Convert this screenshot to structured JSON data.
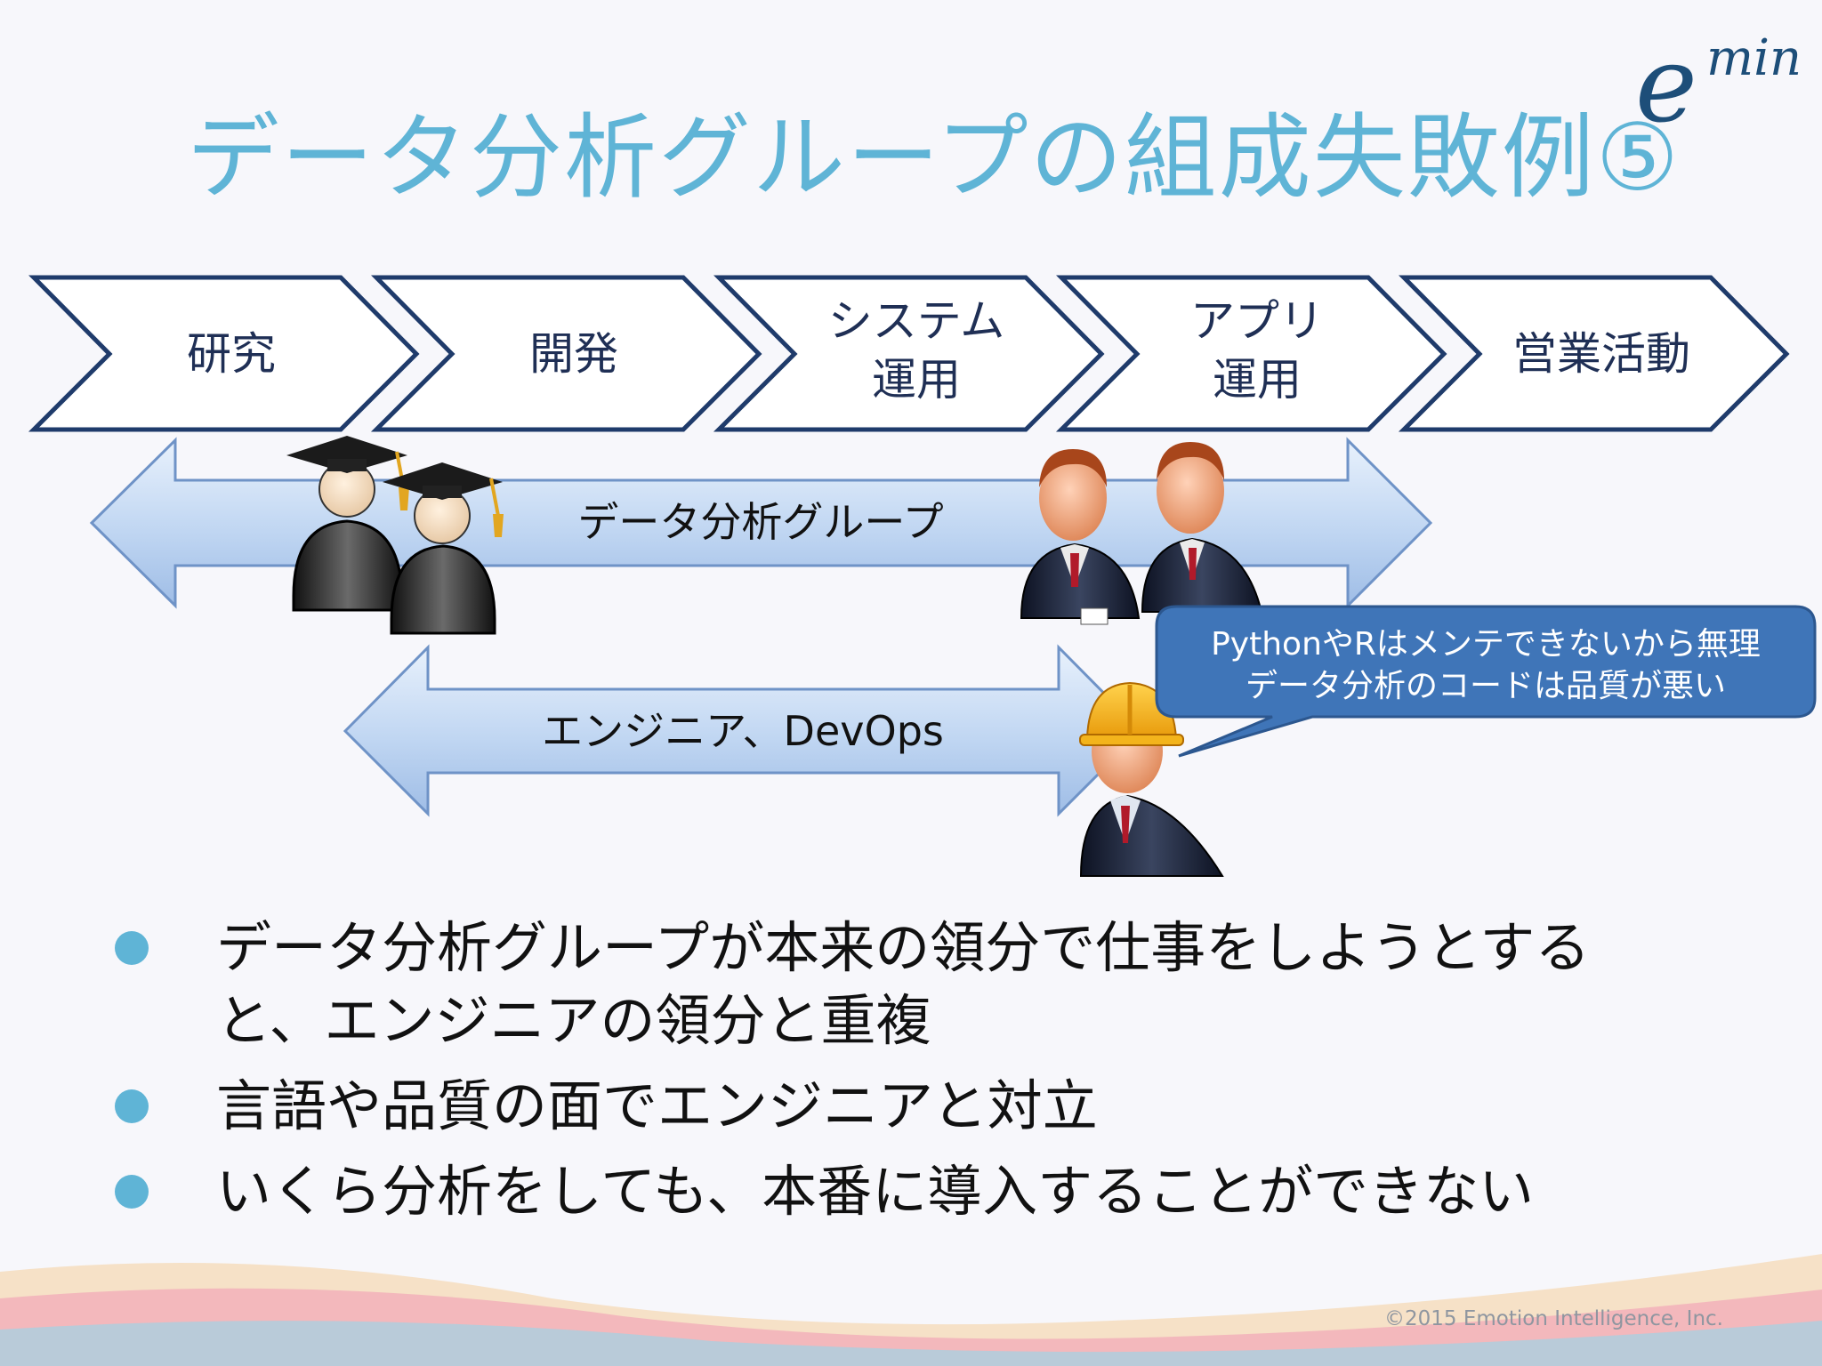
{
  "title": "データ分析グループの組成失敗例⑤",
  "logo": {
    "e": "e",
    "min": "min"
  },
  "chevrons": [
    {
      "lines": [
        "研究"
      ]
    },
    {
      "lines": [
        "開発"
      ]
    },
    {
      "lines": [
        "システム",
        "運用"
      ]
    },
    {
      "lines": [
        "アプリ",
        "運用"
      ]
    },
    {
      "lines": [
        "営業活動"
      ]
    }
  ],
  "arrows": {
    "data_group": "データ分析グループ",
    "engineers": "エンジニア、DevOps"
  },
  "callout": {
    "line1": "PythonやRはメンテできないから無理",
    "line2": "データ分析のコードは品質が悪い"
  },
  "bullets": [
    "データ分析グループが本来の領分で仕事をしようとすると、エンジニアの領分と重複",
    "言語や品質の面でエンジニアと対立",
    "いくら分析をしても、本番に導入することができない"
  ],
  "footer": "©2015 Emotion Intelligence, Inc.",
  "colors": {
    "title": "#5fb4d6",
    "chevron_border": "#1f3b6b",
    "arrow_fill": "#c3d9f3",
    "callout_fill": "#3f75b8",
    "bullet_dot": "#5fb4d6"
  }
}
